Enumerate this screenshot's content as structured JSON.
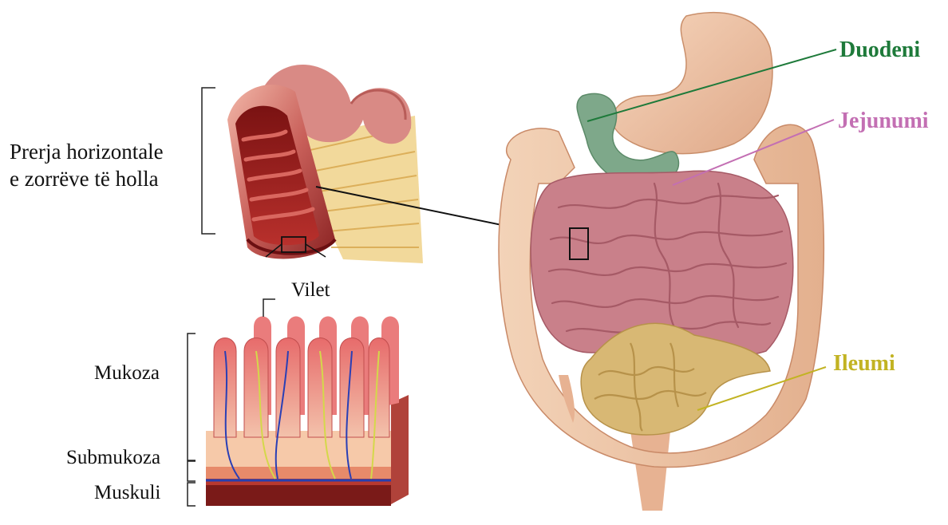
{
  "labels": {
    "cross_section_line1": "Prerja horizontale",
    "cross_section_line2": "e zorrëve të holla",
    "villi": "Vilet",
    "mucosa": "Mukoza",
    "submucosa": "Submukoza",
    "muscle": "Muskuli",
    "duodenum": "Duodeni",
    "jejunum": "Jejunumi",
    "ileum": "Ileumi"
  },
  "colors": {
    "duodenum": "#1e7a3a",
    "jejunum": "#c36fb3",
    "ileum": "#c2b323",
    "intestine": "#c9808a",
    "colon": "#efc9a8",
    "stomach": "#eec4a4",
    "ileum_fill": "#d8b874",
    "duodenum_fill": "#7ea88a"
  }
}
